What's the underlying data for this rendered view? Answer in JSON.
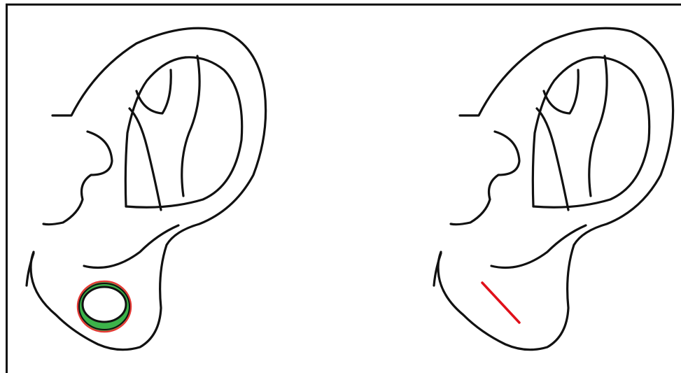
{
  "figure": {
    "panels": [
      {
        "id": "left",
        "depicts": "ear-with-round-stretched-lobe-hole",
        "marker_colors": {
          "fill": "#3cb34a",
          "outline": "#e53935"
        }
      },
      {
        "id": "right",
        "depicts": "ear-with-linear-lobe-incision",
        "marker_colors": {
          "line": "#e0101a"
        }
      }
    ],
    "ink_color": "#111111",
    "background": "#ffffff"
  }
}
